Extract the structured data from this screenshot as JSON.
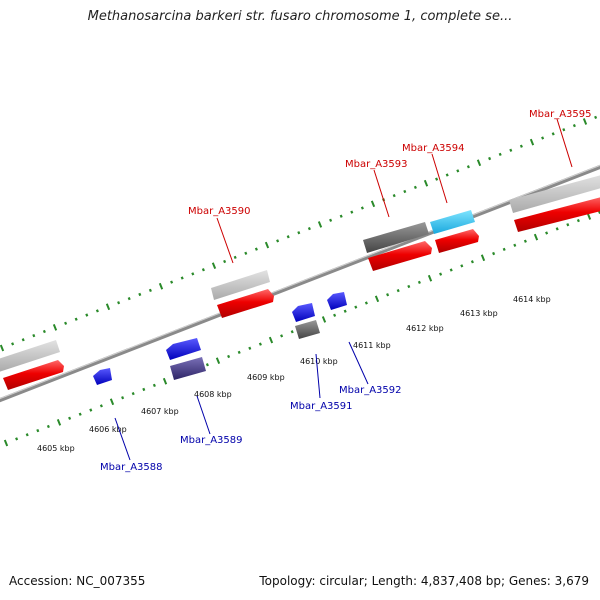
{
  "title": "Methanosarcina barkeri str. fusaro chromosome 1, complete se...",
  "footer": {
    "accession": "Accession: NC_007355",
    "summary": "Topology: circular; Length: 4,837,408 bp; Genes: 3,679"
  },
  "colors": {
    "forward_label": "#cc0000",
    "reverse_label": "#0000aa",
    "tick_marks": "#2a8a2a",
    "axis_line": "#888888",
    "gene_forward": "#ee0000",
    "gene_forward_highlight": "#33ccff",
    "gene_reverse": "#1111ee",
    "gene_reverse_highlight": "#443388",
    "feature_other": "#666666",
    "feature_light": "#c8c8c8"
  },
  "scale_labels": [
    "4605 kbp",
    "4606 kbp",
    "4607 kbp",
    "4608 kbp",
    "4609 kbp",
    "4610 kbp",
    "4611 kbp",
    "4612 kbp",
    "4613 kbp",
    "4614 kbp"
  ],
  "gene_labels_forward": [
    "Mbar_A3590",
    "Mbar_A3593",
    "Mbar_A3594",
    "Mbar_A3595"
  ],
  "gene_labels_reverse": [
    "Mbar_A3588",
    "Mbar_A3589",
    "Mbar_A3591",
    "Mbar_A3592"
  ]
}
